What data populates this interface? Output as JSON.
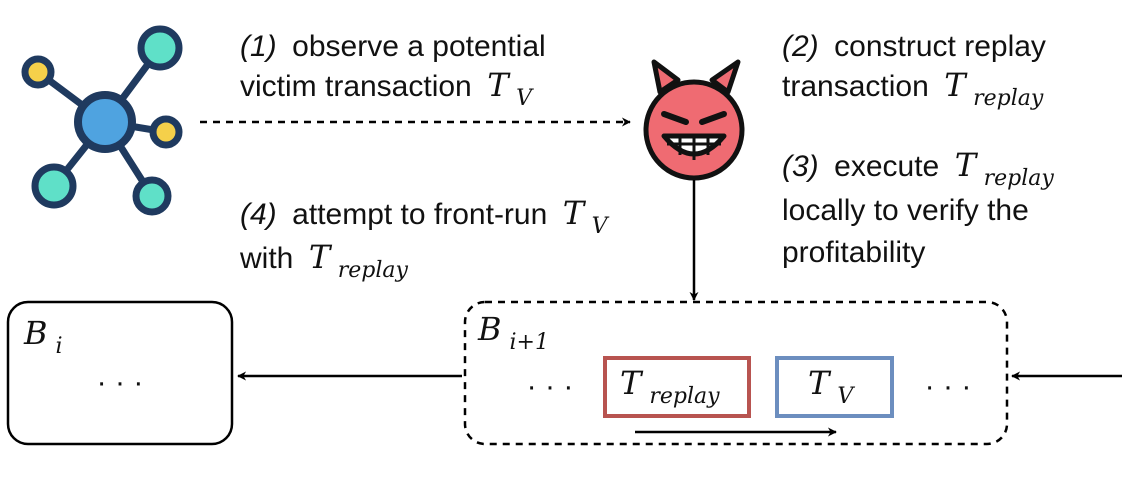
{
  "step1": {
    "number": "(1)",
    "line1": "observe a potential",
    "line2": "victim transaction",
    "var": "T",
    "sub": "V"
  },
  "step2": {
    "number": "(2)",
    "line1": "construct replay",
    "line2": "transaction",
    "var": "T",
    "sub": "replay"
  },
  "step3": {
    "number": "(3)",
    "line1": "execute",
    "var": "T",
    "sub": "replay",
    "line2": "locally to verify the",
    "line3": "profitability"
  },
  "step4": {
    "number": "(4)",
    "line1": "attempt to front-run",
    "var1": "T",
    "sub1": "V",
    "line2": "with",
    "var2": "T",
    "sub2": "replay"
  },
  "block_i": {
    "label": "B",
    "sub": "i",
    "content": "· · ·"
  },
  "block_next": {
    "label": "B",
    "sub": "i+1",
    "left_dots": "· · ·",
    "right_dots": "· · ·"
  },
  "tx_replay": {
    "var": "T",
    "sub": "replay",
    "color": "#b85450"
  },
  "tx_victim": {
    "var": "T",
    "sub": "V",
    "color": "#6c8ebf"
  },
  "colors": {
    "node_hub": "#4fa3e0",
    "node_teal": "#5fe0c8",
    "node_yellow": "#f5d04a",
    "node_stroke": "#1f3a5f",
    "devil_face": "#ef6b72"
  }
}
